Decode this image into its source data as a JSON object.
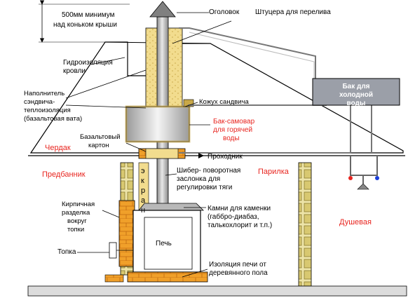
{
  "labels": {
    "chimney_height_1": "500мм минимум",
    "chimney_height_2": "над коньком крыши",
    "cap": "Оголовок",
    "overflow_fittings": "Штуцера для перелива",
    "roof_waterproofing_1": "Гидроизоляция",
    "roof_waterproofing_2": "кровли",
    "insulation_1": "Наполнитель",
    "insulation_2": "сэндвича-",
    "insulation_3": "теплоизоляция",
    "insulation_4": "(базальтовая вата)",
    "sandwich_casing": "Кожух сандвича",
    "cold_tank_1": "Бак для",
    "cold_tank_2": "холодной",
    "cold_tank_3": "воды",
    "hot_tank_1": "Бак-самовар",
    "hot_tank_2": "для горячей",
    "hot_tank_3": "воды",
    "basalt_card_1": "Базальтовый",
    "basalt_card_2": "картон",
    "passage": "Проходник",
    "damper_1": "Шибер- поворотная",
    "damper_2": "заслонка для",
    "damper_3": "регулировки тяги",
    "screen_1": "э",
    "screen_2": "к",
    "screen_3": "р",
    "screen_4": "а",
    "screen_5": "н",
    "brick_cut_1": "Кирпичная",
    "brick_cut_2": "разделка",
    "brick_cut_3": "вокруг",
    "brick_cut_4": "топки",
    "stones_1": "Камни для каменки",
    "stones_2": "(габбро-диабаз,",
    "stones_3": "талькохлорит и т.п.)",
    "firebox": "Топка",
    "stove": "Печь",
    "stove_insulation_1": "Изоляция печи от",
    "stove_insulation_2": "деревянного пола"
  },
  "rooms": {
    "attic": "Чердак",
    "dressing_room": "Предбанник",
    "steam_room": "Парилка",
    "shower": "Душевая"
  },
  "colors": {
    "cold_tank": "#9b9fa8",
    "insulation": "#f2dc8e",
    "brick": "#f0a02a",
    "room_text": "#e8251f"
  }
}
